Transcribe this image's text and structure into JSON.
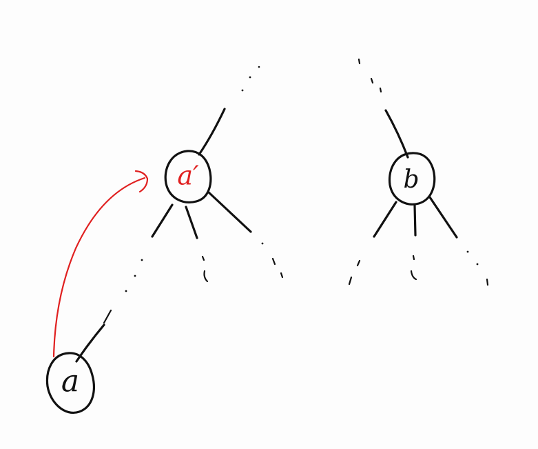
{
  "diagram": {
    "nodes": {
      "a": {
        "label": "a"
      },
      "a_prime": {
        "label": "a′"
      },
      "b": {
        "label": "b"
      }
    },
    "colors": {
      "ink": "#111111",
      "highlight": "#e02020",
      "background": "#fdfdfd"
    }
  }
}
